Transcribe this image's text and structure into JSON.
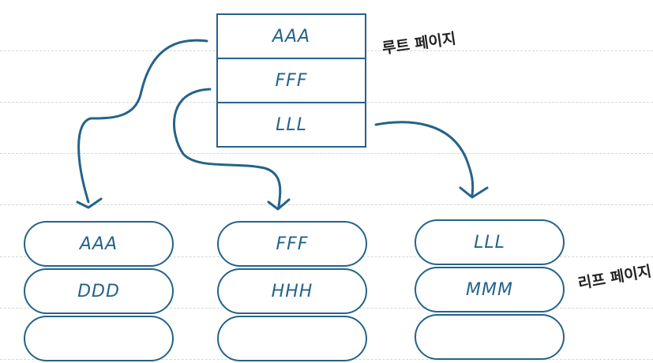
{
  "root_page": {
    "label": "루트 페이지",
    "keys": [
      "AAA",
      "FFF",
      "LLL"
    ]
  },
  "leaf_label": "리프 페이지",
  "leaf_pages": [
    {
      "keys": [
        "AAA",
        "DDD",
        ""
      ]
    },
    {
      "keys": [
        "FFF",
        "HHH",
        ""
      ]
    },
    {
      "keys": [
        "LLL",
        "MMM",
        ""
      ]
    }
  ],
  "colors": {
    "stroke": "#24638a",
    "text": "#24638a",
    "label": "#222222",
    "guide": "#d6d6d6"
  }
}
